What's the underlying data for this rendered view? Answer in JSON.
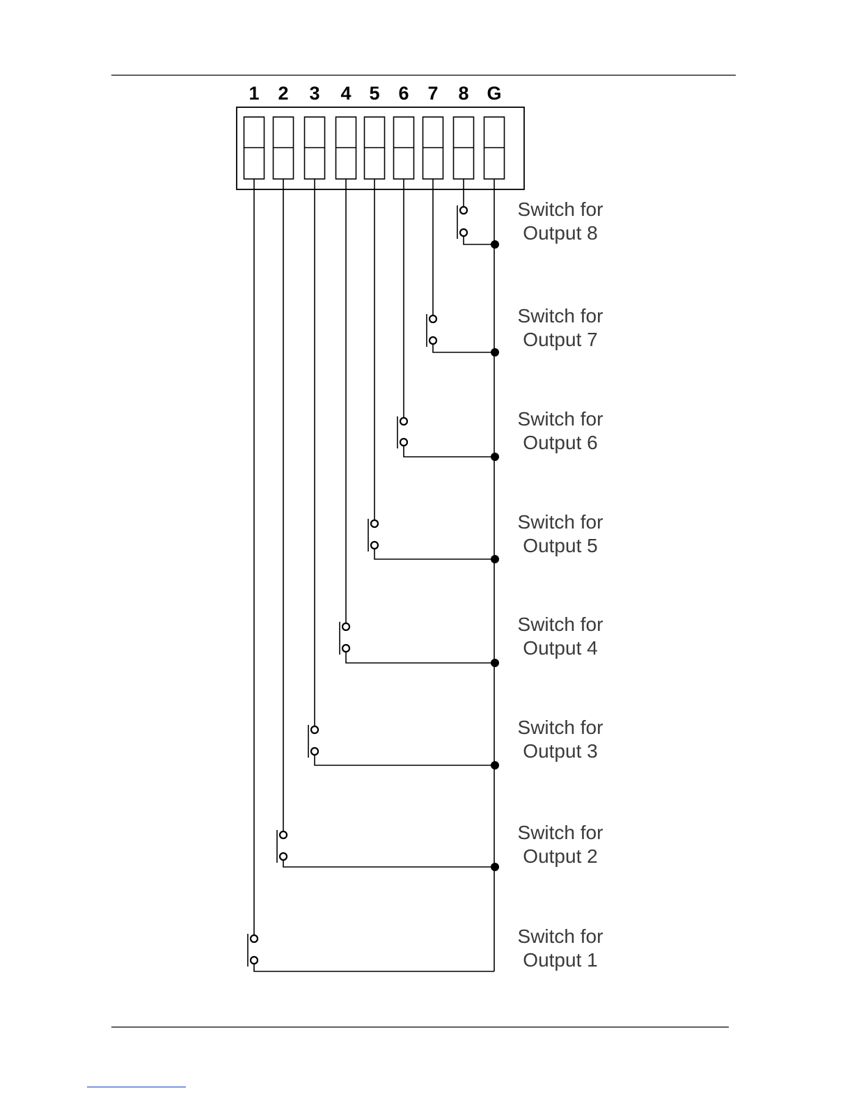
{
  "diagram": {
    "pins": [
      "1",
      "2",
      "3",
      "4",
      "5",
      "6",
      "7",
      "8",
      "G"
    ],
    "switches": [
      {
        "line1": "Switch for",
        "line2": "Output 1"
      },
      {
        "line1": "Switch for",
        "line2": "Output 2"
      },
      {
        "line1": "Switch for",
        "line2": "Output 3"
      },
      {
        "line1": "Switch for",
        "line2": "Output 4"
      },
      {
        "line1": "Switch for",
        "line2": "Output 5"
      },
      {
        "line1": "Switch for",
        "line2": "Output 6"
      },
      {
        "line1": "Switch for",
        "line2": "Output 7"
      },
      {
        "line1": "Switch for",
        "line2": "Output 8"
      }
    ],
    "colors": {
      "line": "#000000",
      "switch_label": "#3a3a3a",
      "footer_link": "#3355cc"
    }
  }
}
